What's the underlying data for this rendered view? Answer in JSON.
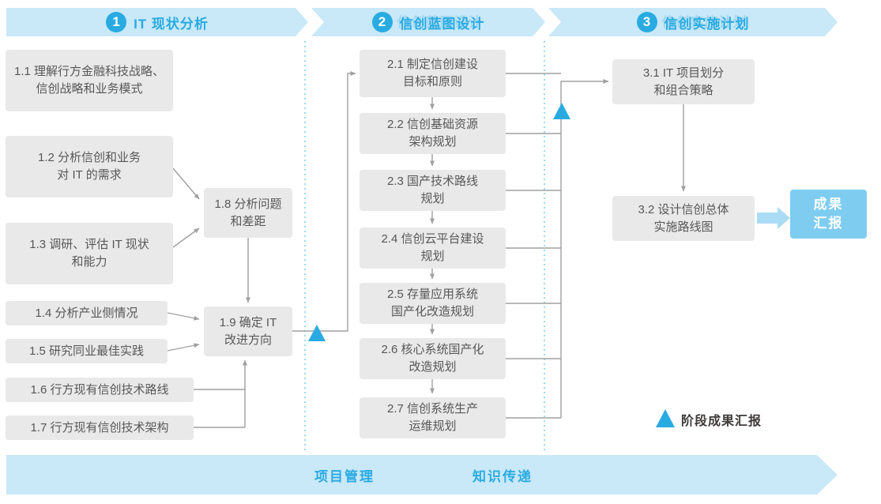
{
  "colors": {
    "accent": "#29abe2",
    "banner": "#c9e8f8",
    "box_bg": "#e9e9e9",
    "box_text": "#595757",
    "line": "#9fa0a0",
    "report_bg": "#7ecdf1",
    "thick_arrow": "#abdcf5",
    "legend_text": "#3e3a39"
  },
  "phases": [
    {
      "number": "1",
      "title": "IT 现状分析"
    },
    {
      "number": "2",
      "title": "信创蓝图设计"
    },
    {
      "number": "3",
      "title": "信创实施计划"
    }
  ],
  "boxes": {
    "b1_1": "1.1 理解行方金融科技战略、\n信创战略和业务模式",
    "b1_2": "1.2 分析信创和业务\n对 IT 的需求",
    "b1_3": "1.3 调研、评估 IT 现状\n和能力",
    "b1_4": "1.4 分析产业侧情况",
    "b1_5": "1.5 研究同业最佳实践",
    "b1_6": "1.6 行方现有信创技术路线",
    "b1_7": "1.7 行方现有信创技术架构",
    "b1_8": "1.8 分析问题\n和差距",
    "b1_9": "1.9 确定 IT\n改进方向",
    "b2_1": "2.1 制定信创建设\n目标和原则",
    "b2_2": "2.2 信创基础资源\n架构规划",
    "b2_3": "2.3 国产技术路线\n规划",
    "b2_4": "2.4 信创云平台建设\n规划",
    "b2_5": "2.5 存量应用系统\n国产化改造规划",
    "b2_6": "2.6 核心系统国产化\n改造规划",
    "b2_7": "2.7 信创系统生产\n运维规划",
    "b3_1": "3.1 IT 项目划分\n和组合策略",
    "b3_2": "3.2 设计信创总体\n实施路线图"
  },
  "report_box": "成果\n汇报",
  "legend": {
    "label": "阶段成果汇报"
  },
  "footer": {
    "left_label": "项目管理",
    "right_label": "知识传递"
  }
}
